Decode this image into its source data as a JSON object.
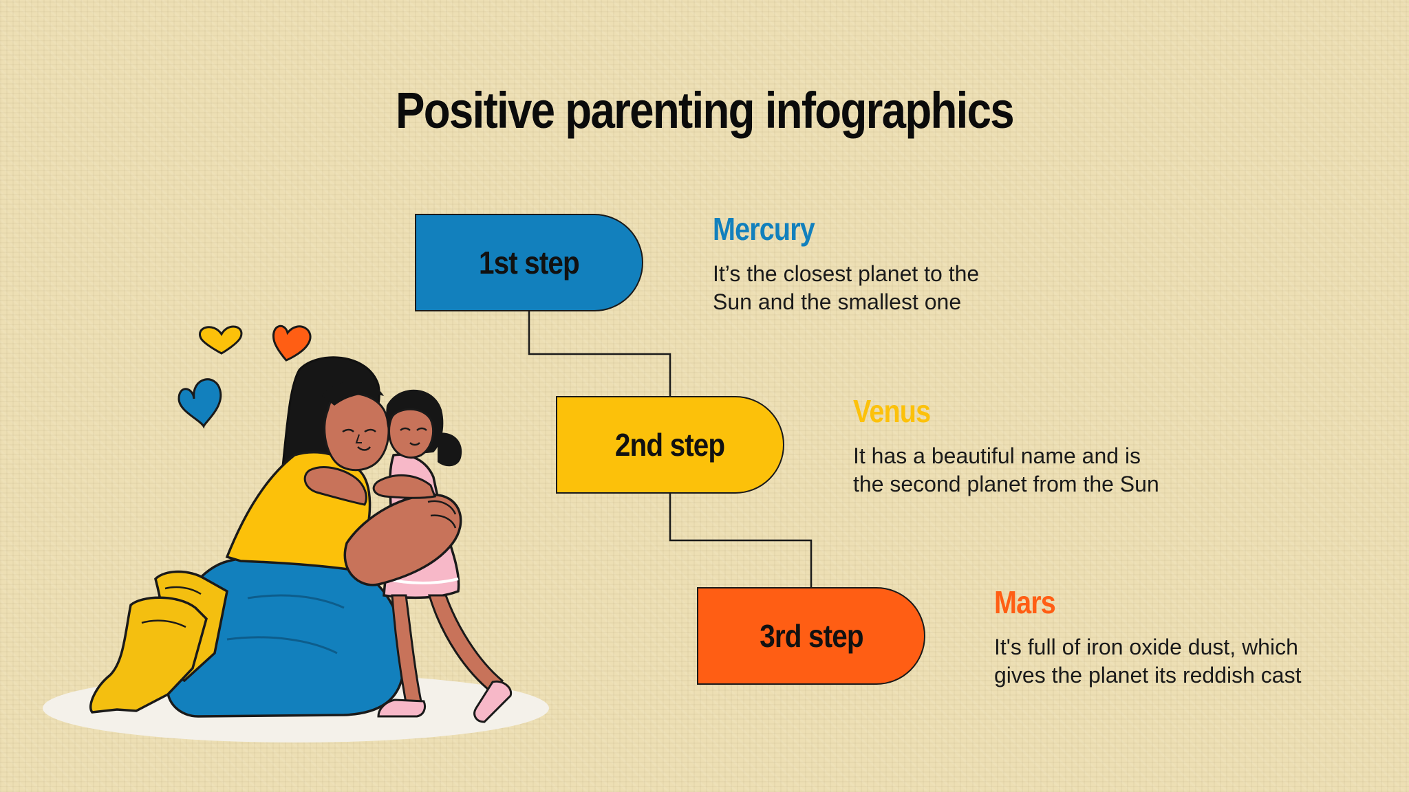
{
  "title": "Positive parenting infographics",
  "colors": {
    "background": "#eddfb4",
    "blue": "#1280bd",
    "yellow": "#fcc10a",
    "orange": "#ff5e14",
    "outline": "#1a1a1a"
  },
  "steps": [
    {
      "label": "1st step",
      "heading": "Mercury",
      "description_lines": [
        "It’s the closest planet to the",
        "Sun and the smallest one"
      ],
      "color": "#1280bd"
    },
    {
      "label": "2nd step",
      "heading": "Venus",
      "description_lines": [
        "It has a beautiful name and is",
        "the second planet from the Sun"
      ],
      "color": "#fcc10a"
    },
    {
      "label": "3rd step",
      "heading": "Mars",
      "description_lines": [
        "It's full of iron oxide dust, which",
        "gives the planet its reddish cast"
      ],
      "color": "#ff5e14"
    }
  ],
  "illustration": {
    "subject": "mother-hugging-daughter",
    "icons": [
      "small-yellow-heart-icon",
      "orange-heart-icon",
      "blue-heart-icon"
    ]
  }
}
